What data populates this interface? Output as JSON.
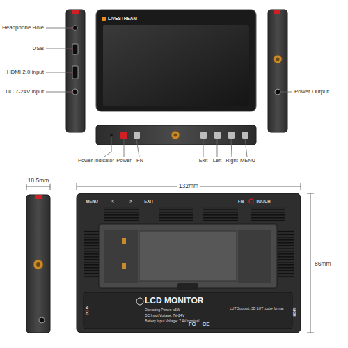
{
  "diagram": {
    "labels": [
      "Headphone Hole",
      "USB",
      "HDMI 2.0 input",
      "DC 7-24V input",
      "LIVESTREAM",
      "Power Output",
      "Power Indicator",
      "Power",
      "FN",
      "Exit",
      "Left",
      "Right",
      "MENU",
      "18.5mm",
      "132mm",
      "86mm",
      "MENU",
      "<",
      ">",
      "EXIT",
      "FN",
      "TOUCH",
      "HDMI",
      "LCD MONITOR",
      "Operating Power: ≤6W",
      "DC Input Voltage: 7V-24V",
      "Battery Input Voltage: 7.4V nominal",
      "LUT Support: 3D LUT .cube format",
      "DC IN",
      "FC",
      "CE"
    ]
  }
}
